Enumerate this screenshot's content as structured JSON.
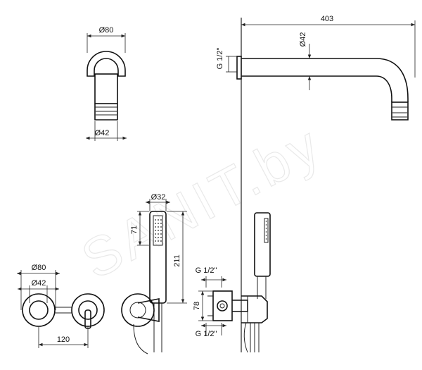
{
  "watermark": "SANIT.by",
  "dimensions": {
    "spout_top_diameter": "Ø80",
    "spout_bottom_diameter": "Ø42",
    "spout_length": "403",
    "spout_pipe_diameter": "Ø42",
    "spout_thread": "G 1/2\"",
    "handshower_diameter": "Ø32",
    "handshower_head_length": "71",
    "handshower_total_length": "211",
    "rosette_outer_diameter": "Ø80",
    "rosette_inner_diameter": "Ø42",
    "rosette_spacing": "120",
    "box_thread_top": "G 1/2\"",
    "box_height": "78",
    "box_thread_bottom": "G 1/2\""
  }
}
